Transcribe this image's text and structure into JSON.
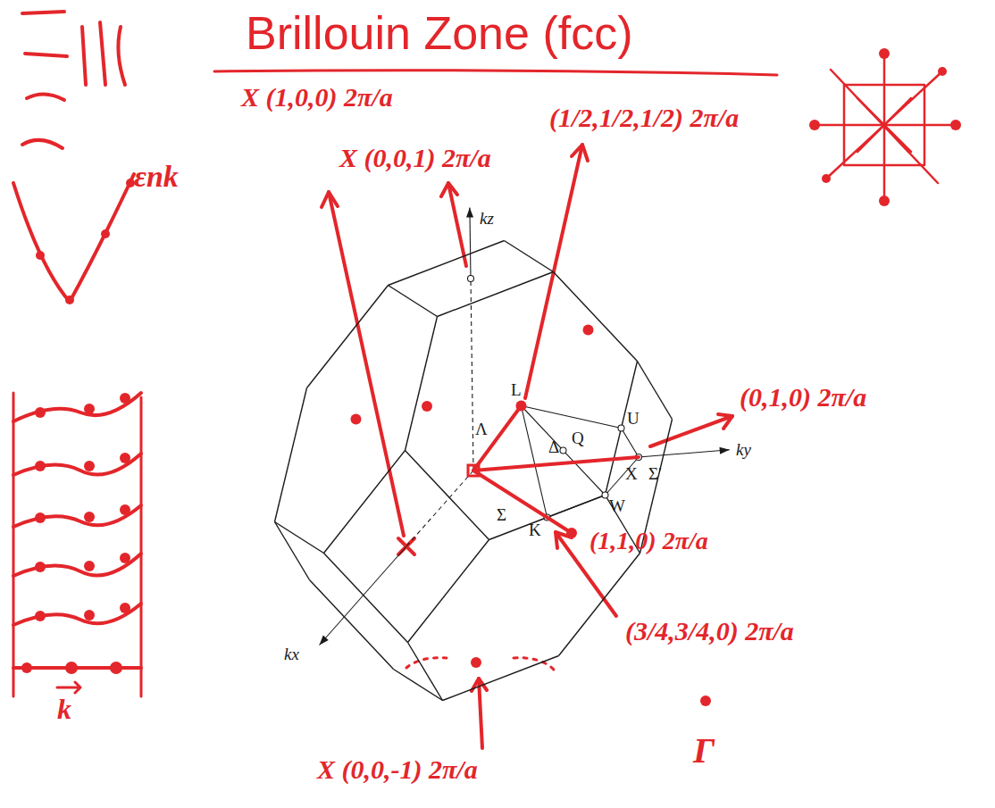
{
  "diagram": {
    "title": "Brillouin Zone (fcc)",
    "labels": [
      "X (1,0,0) 2π/a",
      "X (0,0,1) 2π/a",
      "(1/2,1/2,1/2) 2π/a",
      "(0,1,0) 2π/a",
      "(1,1,0) 2π/a",
      "(3/4,3/4,0) 2π/a",
      "X (0,0,-1) 2π/a",
      "Γ",
      "εnk",
      "k",
      "kz",
      "ky",
      "kx",
      "L",
      "Λ",
      "Δ",
      "Q",
      "U",
      "Σ′",
      "X",
      "W",
      "K",
      "Σ"
    ]
  }
}
